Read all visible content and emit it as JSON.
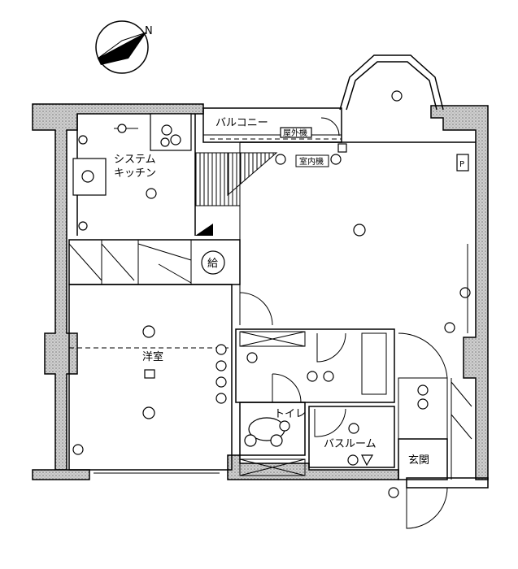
{
  "compass": {
    "north_label": "N"
  },
  "rooms": {
    "balcony": "バルコニー",
    "outdoor_unit": "屋外機",
    "indoor_unit": "室内機",
    "parking_mark": "P",
    "kitchen_line1": "システム",
    "kitchen_line2": "キッチン",
    "water_heater": "給",
    "western_room": "洋室",
    "toilet": "トイレ",
    "bathroom": "バスルーム",
    "entrance": "玄関"
  },
  "colors": {
    "wall_fill": "#bdbdbd",
    "line": "#000000"
  }
}
